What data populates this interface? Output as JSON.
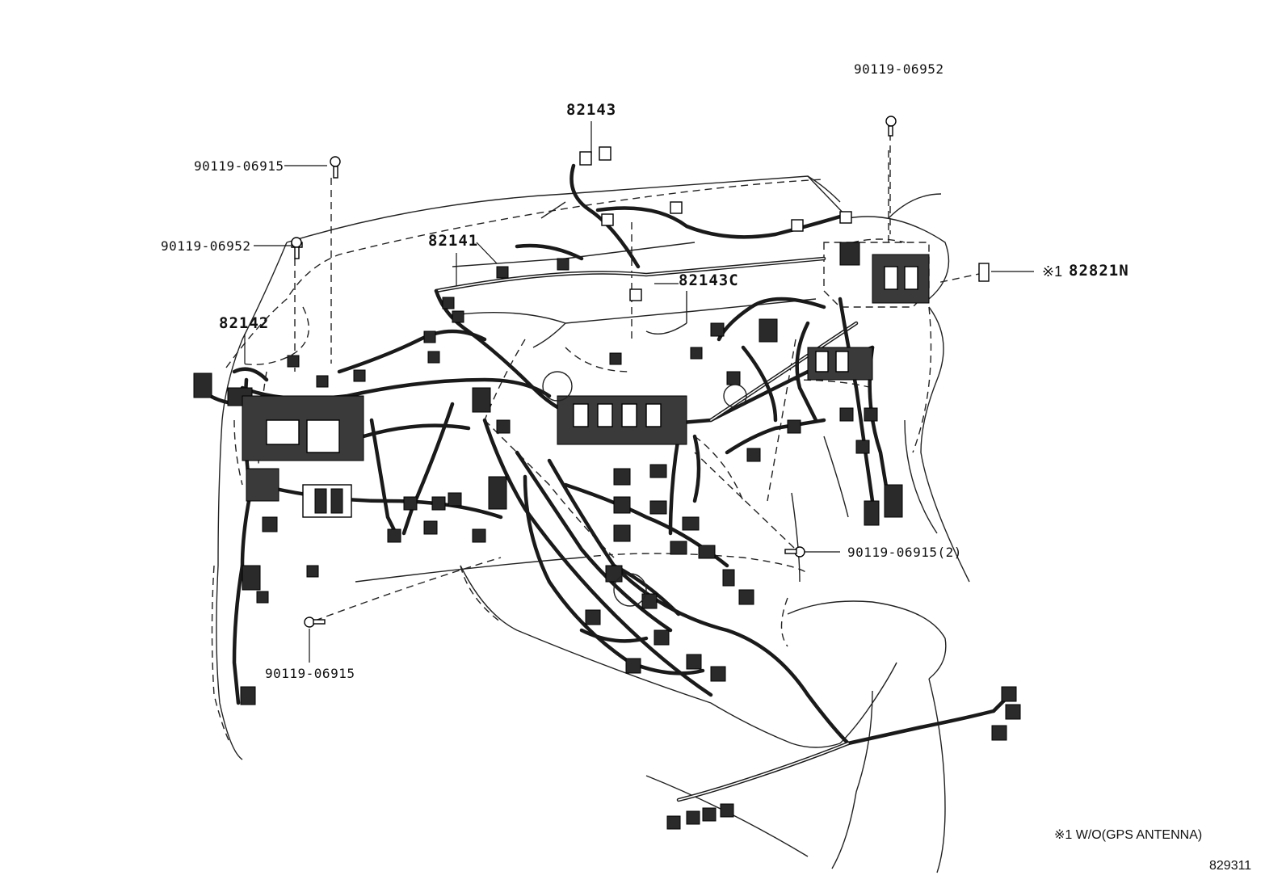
{
  "labels": {
    "p90119_06952_top": "90119-06952",
    "p82143": "82143",
    "p90119_06915_left": "90119-06915",
    "p90119_06952_left": "90119-06952",
    "p82141": "82141",
    "p82143C": "82143C",
    "p82142": "82142",
    "p82821N_mark": "※1",
    "p82821N": "82821N",
    "p90119_06915_2": "90119-06915(2)",
    "p90119_06915_bottom": "90119-06915"
  },
  "footnote": "※1 W/O(GPS ANTENNA)",
  "diagram_number": "829311"
}
